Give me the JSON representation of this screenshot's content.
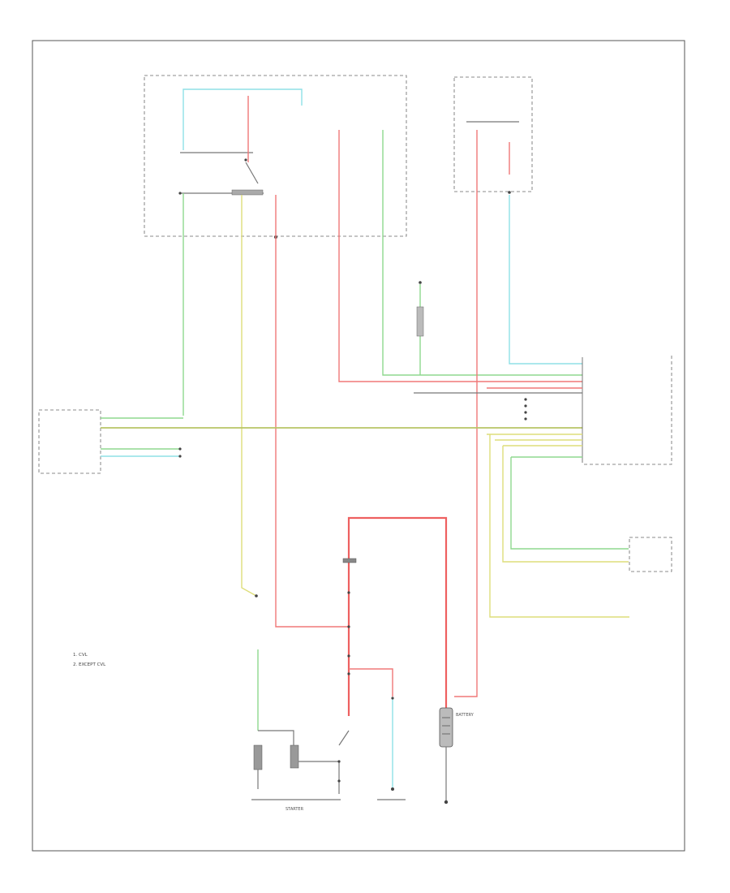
{
  "diagram": {
    "blocks": {
      "relay_panel": {
        "title": "",
        "labels": [
          "",
          "",
          "",
          "",
          ""
        ]
      },
      "fuse_block": {
        "title": ""
      },
      "pcm": {
        "label": ""
      },
      "ecm": {
        "label": ""
      },
      "starter": {
        "label": "STARTER"
      },
      "generator": {
        "label": ""
      },
      "battery": {
        "label": "BATTERY"
      },
      "ground": {
        "label": ""
      },
      "ignition_switch": {
        "label": ""
      },
      "clutch_switch": {
        "label": ""
      }
    },
    "notes": [
      "1. CVL",
      "2. EXCEPT CVL"
    ],
    "footer": "",
    "wire_labels": {
      "pcm_rows": [
        "",
        "",
        "",
        ""
      ],
      "ecm_rows": [
        "",
        "",
        "",
        "",
        "",
        "",
        "",
        "",
        "",
        "",
        "",
        "",
        "",
        "",
        "",
        "",
        ""
      ]
    }
  }
}
